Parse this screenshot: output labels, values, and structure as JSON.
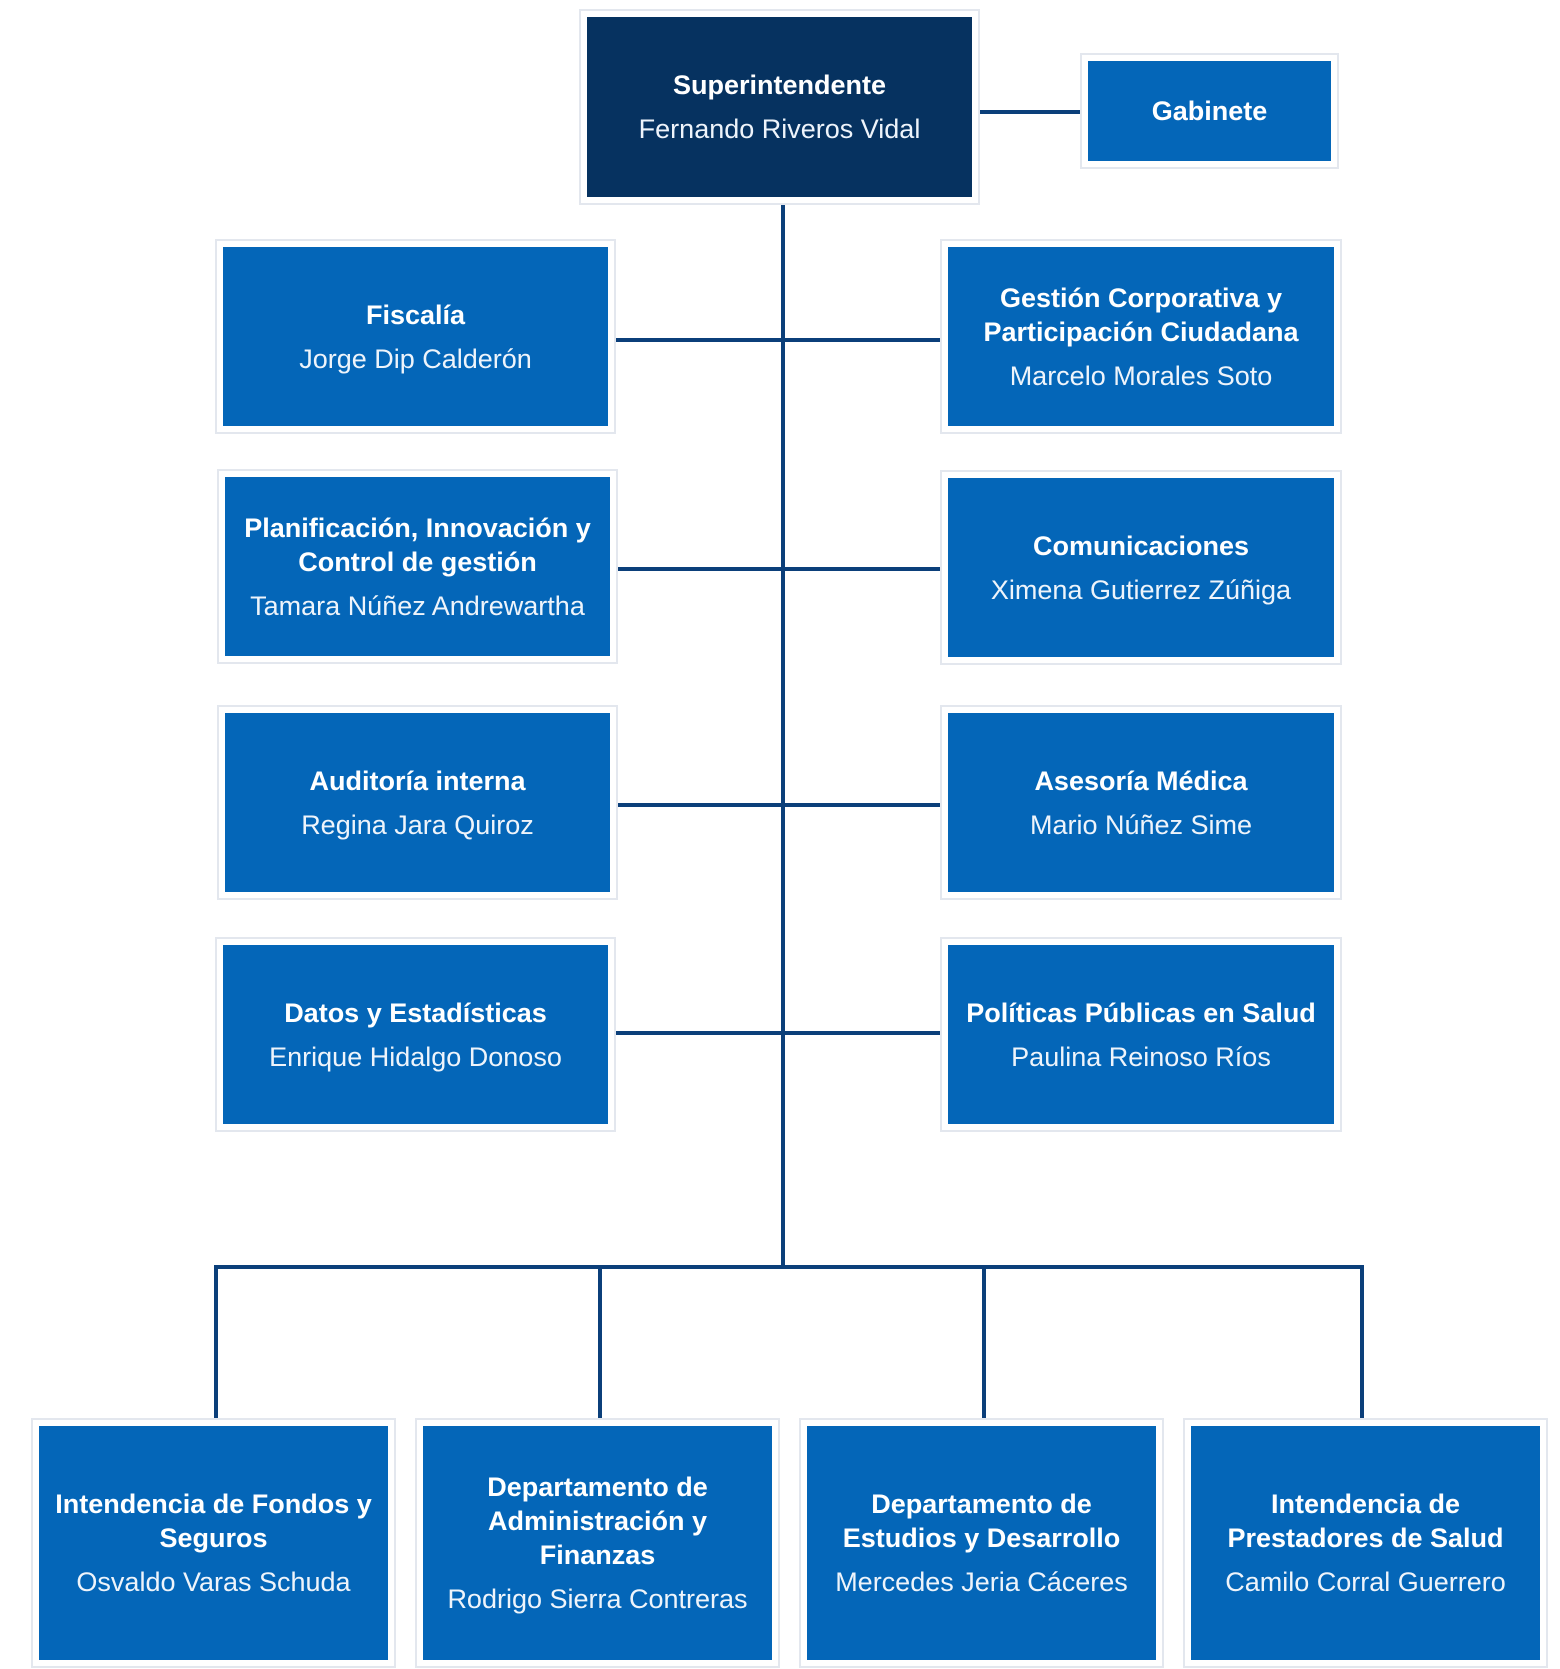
{
  "colors": {
    "primary_box": "#0466b8",
    "top_box": "#063260",
    "connector": "#0b3f7a",
    "frame": "#e3e7ee"
  },
  "superintendent": {
    "title": "Superintendente",
    "name": "Fernando Riveros Vidal"
  },
  "cabinet": {
    "title": "Gabinete"
  },
  "staff_left": [
    {
      "title": "Fiscalía",
      "name": "Jorge Dip Calderón"
    },
    {
      "title": "Planificación, Innovación y Control de gestión",
      "name": "Tamara Núñez Andrewartha"
    },
    {
      "title": "Auditoría interna",
      "name": "Regina Jara Quiroz"
    },
    {
      "title": "Datos y Estadísticas",
      "name": "Enrique Hidalgo Donoso"
    }
  ],
  "staff_right": [
    {
      "title": "Gestión Corporativa y Participación Ciudadana",
      "name": "Marcelo Morales Soto"
    },
    {
      "title": "Comunicaciones",
      "name": "Ximena Gutierrez Zúñiga"
    },
    {
      "title": "Asesoría Médica",
      "name": "Mario Núñez Sime"
    },
    {
      "title": "Políticas Públicas en Salud",
      "name": "Paulina Reinoso Ríos"
    }
  ],
  "line_units": [
    {
      "title": "Intendencia de Fondos y Seguros",
      "name": "Osvaldo Varas Schuda"
    },
    {
      "title": "Departamento de Administración y Finanzas",
      "name": "Rodrigo Sierra Contreras"
    },
    {
      "title": "Departamento de Estudios y Desarrollo",
      "name": "Mercedes Jeria Cáceres"
    },
    {
      "title": "Intendencia de Prestadores de Salud",
      "name": "Camilo Corral Guerrero"
    }
  ]
}
